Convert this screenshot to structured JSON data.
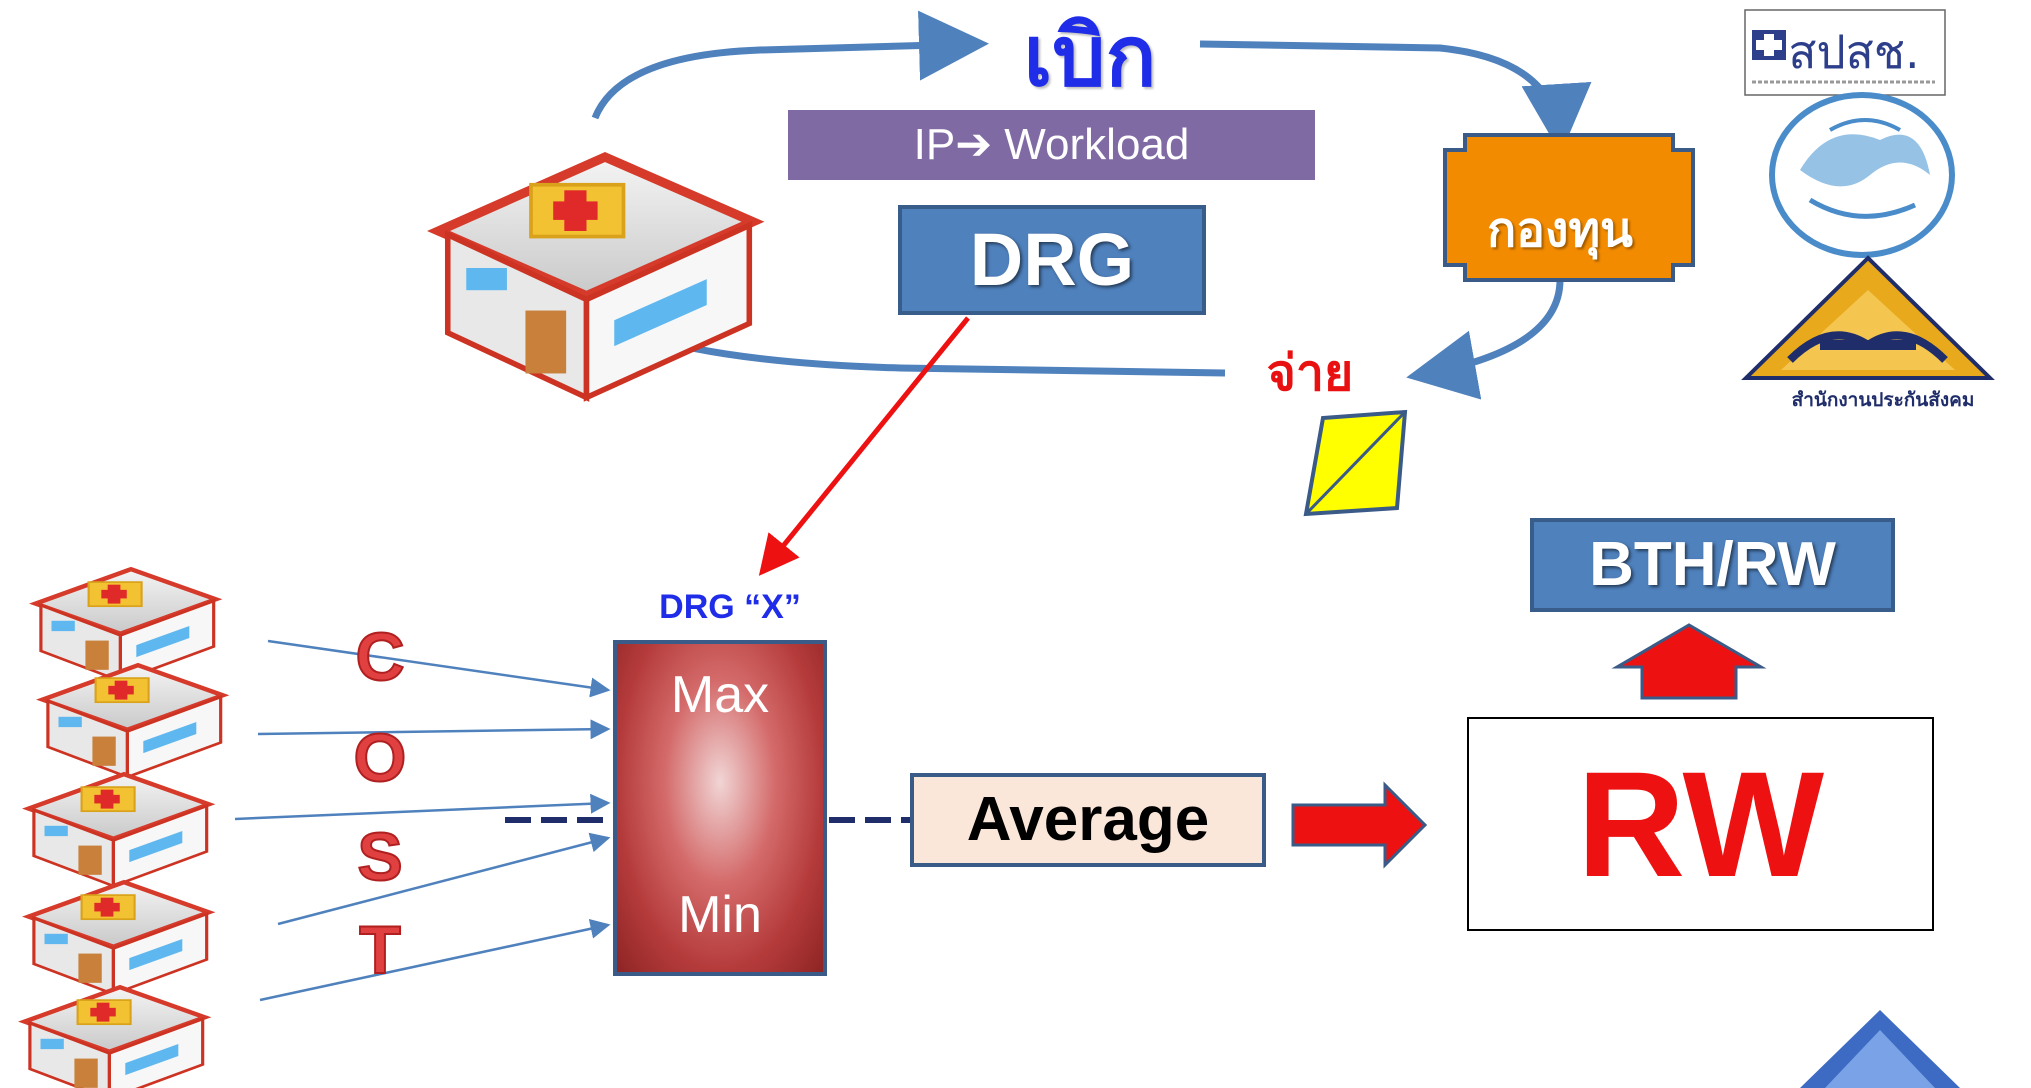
{
  "diagram": {
    "claim_label": "เบิก",
    "ip_workload_label": "IP➔ Workload",
    "drg_label": "DRG",
    "fund_label": "กองทุน",
    "pay_label": "จ่าย",
    "drg_x_label": "DRG “X”",
    "max_label": "Max",
    "min_label": "Min",
    "cost_letters": [
      "C",
      "O",
      "S",
      "T"
    ],
    "average_label": "Average",
    "bth_rw_label": "BTH/RW",
    "rw_label": "RW"
  },
  "logos": {
    "nhso_logo_text": "สปสช.",
    "sso_caption": "สำนักงานประกันสังคม"
  },
  "colors": {
    "claim_text": "#1f2de8",
    "ip_box": "#7f6aa3",
    "drg_box": "#4f81bd",
    "fund_box": "#f38b00",
    "pay_text": "#e81010",
    "flow_arrow": "#4f81bd",
    "drg_link_arrow": "#ee1111",
    "cost_text": "#e04040",
    "average_box": "#fbe7d9",
    "rw_text": "#ee1111"
  }
}
